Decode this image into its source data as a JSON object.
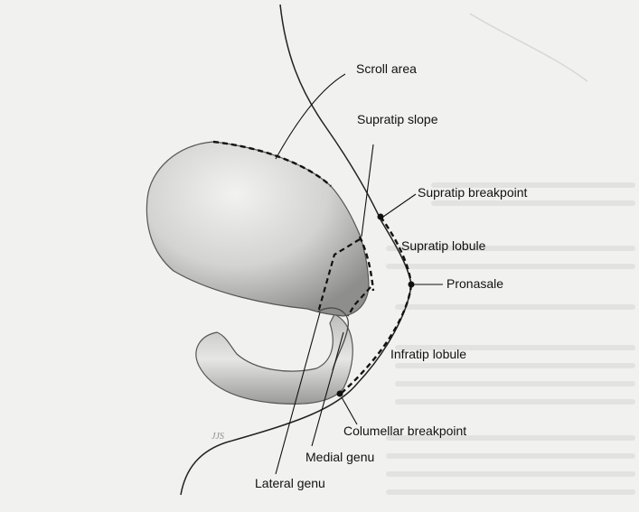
{
  "labels": {
    "scroll_area": "Scroll area",
    "supratip_slope": "Supratip slope",
    "supratip_breakpoint": "Supratip breakpoint",
    "supratip_lobule": "Supratip lobule",
    "pronasale": "Pronasale",
    "infratip_lobule": "Infratip lobule",
    "columellar_breakpoint": "Columellar breakpoint",
    "medial_genu": "Medial genu",
    "lateral_genu": "Lateral genu"
  },
  "signature": "JJS"
}
